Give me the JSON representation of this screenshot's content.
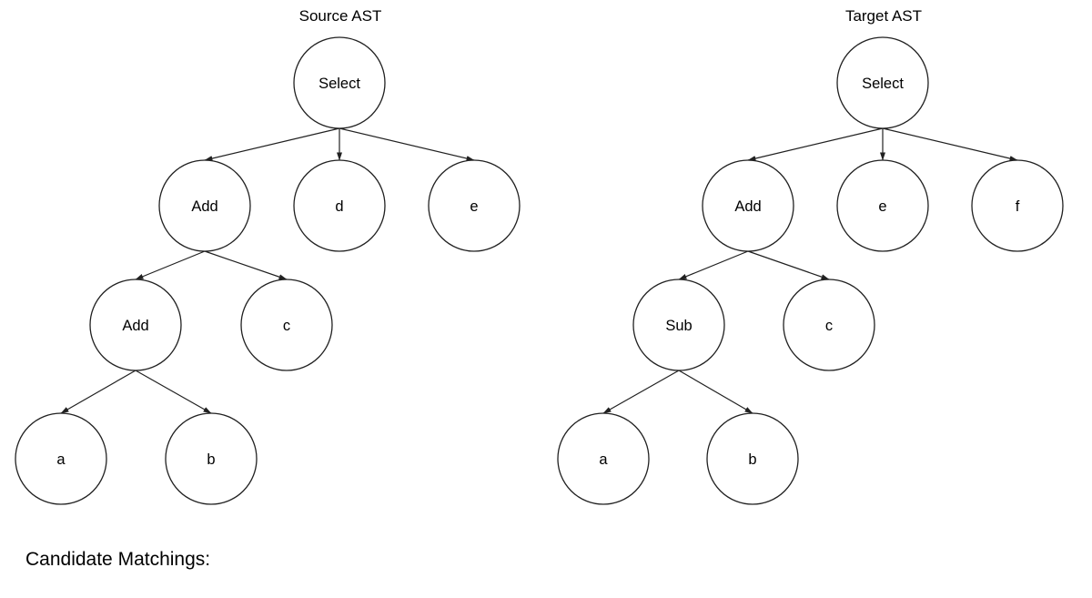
{
  "page": {
    "caption": "Candidate Matchings:"
  },
  "colors": {
    "background": "#ffffff",
    "stroke": "#212121",
    "text": "#000000"
  },
  "source_tree": {
    "title": "Source AST",
    "nodes": [
      {
        "id": "src-select",
        "label": "Select",
        "parent": null
      },
      {
        "id": "src-add-1",
        "label": "Add",
        "parent": "src-select"
      },
      {
        "id": "src-d",
        "label": "d",
        "parent": "src-select"
      },
      {
        "id": "src-e",
        "label": "e",
        "parent": "src-select"
      },
      {
        "id": "src-add-2",
        "label": "Add",
        "parent": "src-add-1"
      },
      {
        "id": "src-c",
        "label": "c",
        "parent": "src-add-1"
      },
      {
        "id": "src-a",
        "label": "a",
        "parent": "src-add-2"
      },
      {
        "id": "src-b",
        "label": "b",
        "parent": "src-add-2"
      }
    ],
    "edges": [
      {
        "from": "src-select",
        "to": "src-add-1"
      },
      {
        "from": "src-select",
        "to": "src-d"
      },
      {
        "from": "src-select",
        "to": "src-e"
      },
      {
        "from": "src-add-1",
        "to": "src-add-2"
      },
      {
        "from": "src-add-1",
        "to": "src-c"
      },
      {
        "from": "src-add-2",
        "to": "src-a"
      },
      {
        "from": "src-add-2",
        "to": "src-b"
      }
    ]
  },
  "target_tree": {
    "title": "Target AST",
    "nodes": [
      {
        "id": "tgt-select",
        "label": "Select",
        "parent": null
      },
      {
        "id": "tgt-add",
        "label": "Add",
        "parent": "tgt-select"
      },
      {
        "id": "tgt-e",
        "label": "e",
        "parent": "tgt-select"
      },
      {
        "id": "tgt-f",
        "label": "f",
        "parent": "tgt-select"
      },
      {
        "id": "tgt-sub",
        "label": "Sub",
        "parent": "tgt-add"
      },
      {
        "id": "tgt-c",
        "label": "c",
        "parent": "tgt-add"
      },
      {
        "id": "tgt-a",
        "label": "a",
        "parent": "tgt-sub"
      },
      {
        "id": "tgt-b",
        "label": "b",
        "parent": "tgt-sub"
      }
    ],
    "edges": [
      {
        "from": "tgt-select",
        "to": "tgt-add"
      },
      {
        "from": "tgt-select",
        "to": "tgt-e"
      },
      {
        "from": "tgt-select",
        "to": "tgt-f"
      },
      {
        "from": "tgt-add",
        "to": "tgt-sub"
      },
      {
        "from": "tgt-add",
        "to": "tgt-c"
      },
      {
        "from": "tgt-sub",
        "to": "tgt-a"
      },
      {
        "from": "tgt-sub",
        "to": "tgt-b"
      }
    ]
  }
}
